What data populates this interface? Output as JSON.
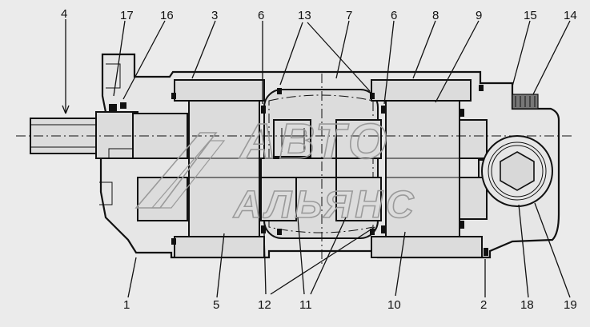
{
  "callouts": {
    "c1": "1",
    "c2": "2",
    "c3": "3",
    "c4": "4",
    "c5": "5",
    "c6a": "6",
    "c6b": "6",
    "c7": "7",
    "c8": "8",
    "c9": "9",
    "c10": "10",
    "c11": "11",
    "c12": "12",
    "c13": "13",
    "c14": "14",
    "c15": "15",
    "c16": "16",
    "c17": "17",
    "c18": "18",
    "c19": "19"
  },
  "watermark": {
    "line1": "АВТО",
    "line2": "АЛЬЯНС"
  }
}
